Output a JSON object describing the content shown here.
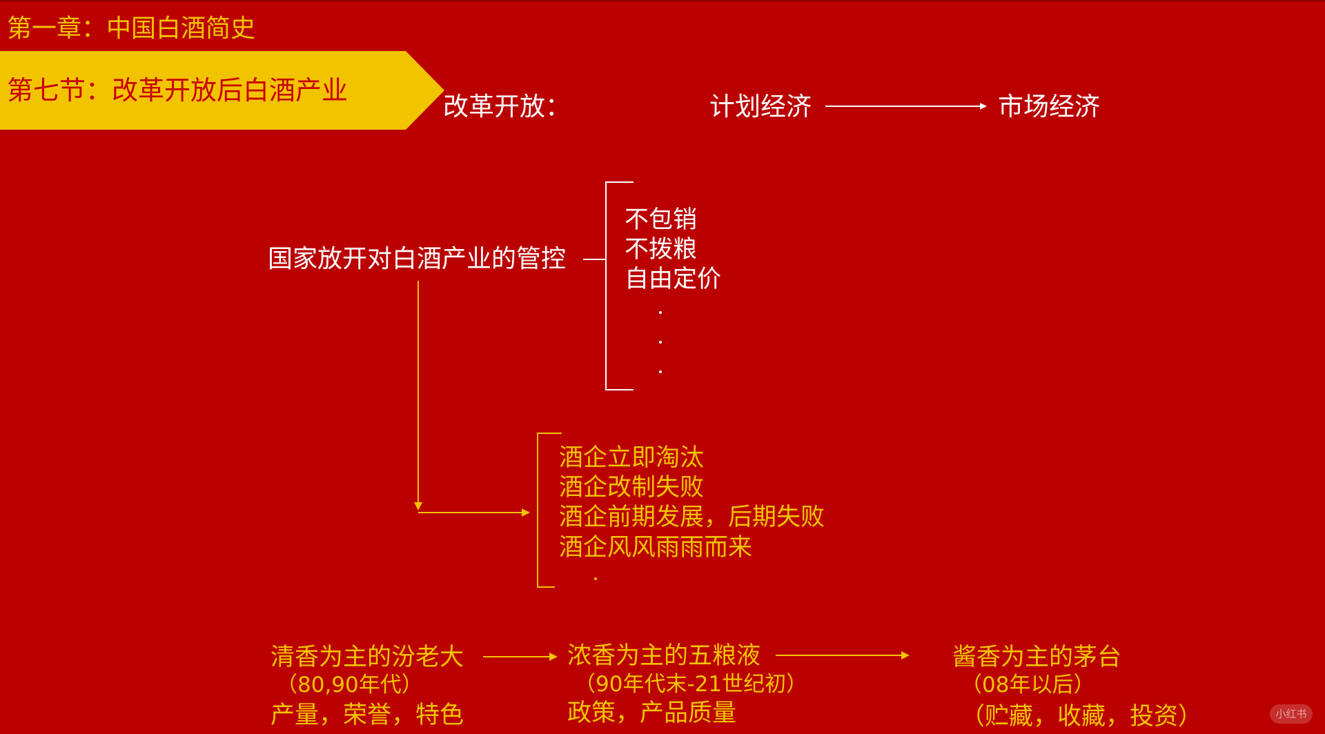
{
  "header": {
    "chapter": "第一章：中国白酒简史",
    "section": "第七节：改革开放后白酒产业"
  },
  "reform": {
    "label": "改革开放：",
    "from": "计划经济",
    "to": "市场经济"
  },
  "control": {
    "label": "国家放开对白酒产业的管控",
    "measures": [
      "不包销",
      "不拨粮",
      "自由定价"
    ],
    "outcomes": [
      "酒企立即淘汰",
      "酒企改制失败",
      "酒企前期发展，后期失败",
      "酒企风风雨雨而来"
    ]
  },
  "timeline": [
    {
      "title": "清香为主的汾老大",
      "period": "（80,90年代）",
      "note": "产量，荣誉，特色"
    },
    {
      "title": "浓香为主的五粮液",
      "period": "（90年代末-21世纪初）",
      "note": "政策，产品质量"
    },
    {
      "title": "酱香为主的茅台",
      "period": "（08年以后）",
      "note": "（贮藏，收藏，投资）"
    }
  ],
  "watermark": "小红书",
  "colors": {
    "background": "#bb0000",
    "accent": "#f2c400",
    "text": "#ffffff"
  }
}
